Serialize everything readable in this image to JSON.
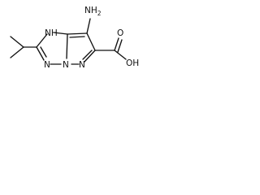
{
  "molecule": {
    "atoms": {
      "amine": "NH",
      "amine_h2": "2",
      "nh_ring": "NH",
      "n_bridge": "N",
      "n_left": "N",
      "n_pyrazole": "N",
      "acid_o": "O",
      "acid_oh": "OH"
    }
  }
}
